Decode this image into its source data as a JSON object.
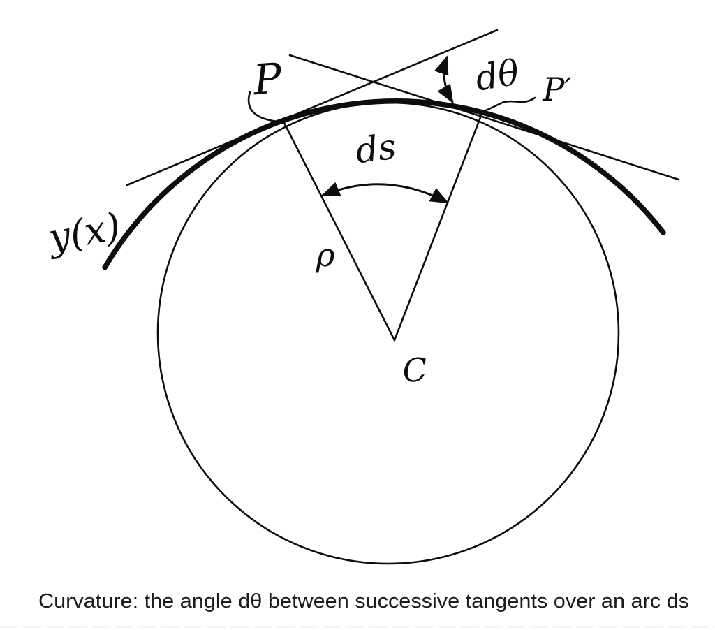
{
  "figure": {
    "labels": {
      "curve_function": "y(x)",
      "point_p": "P",
      "point_p_prime": "P′",
      "angle_d_theta": "dθ",
      "arc_ds": "ds",
      "radius_rho": "ρ",
      "center": "C"
    },
    "caption": "Curvature: the angle dθ between successive tangents over an arc ds",
    "colors": {
      "ink": "#0d0d0d",
      "caption_text": "#1c1c1c",
      "background": "#ffffff"
    }
  }
}
